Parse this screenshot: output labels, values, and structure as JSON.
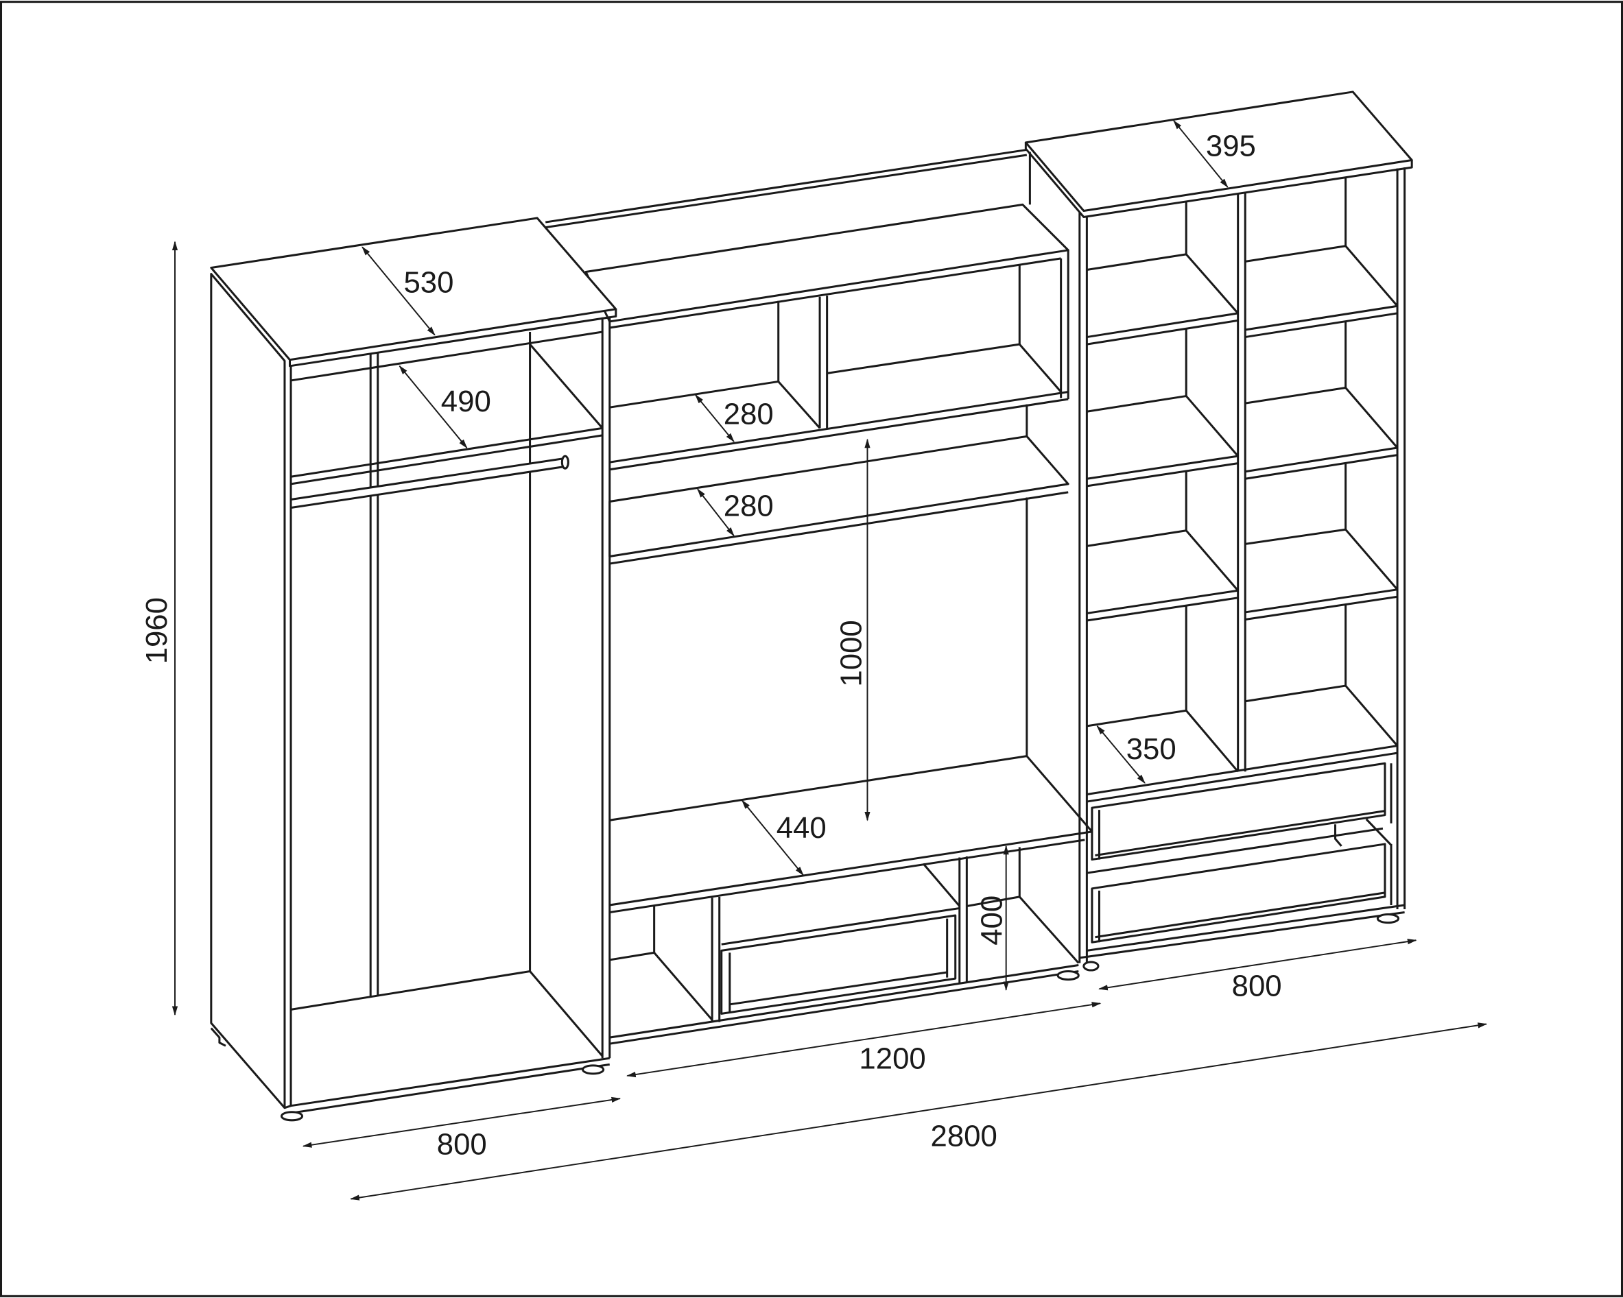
{
  "diagram": {
    "type": "furniture dimension drawing",
    "dimensions": {
      "wardrobe_top_depth": "530",
      "wardrobe_shelf_depth": "490",
      "upper_shelf_depth": "280",
      "middle_shelf_depth": "280",
      "tv_niche_height": "1000",
      "tv_shelf_depth": "440",
      "low_section_height": "400",
      "right_top_depth": "395",
      "right_shelf_depth": "350",
      "overall_height": "1960",
      "left_width": "800",
      "middle_width": "1200",
      "right_width": "800",
      "overall_width": "2800"
    }
  }
}
